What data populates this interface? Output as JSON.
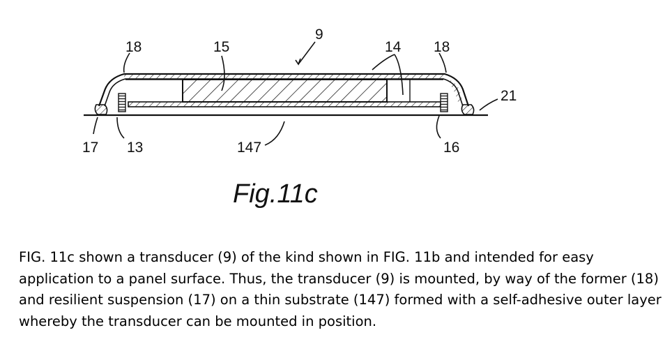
{
  "figure": {
    "caption": "Fig.11c",
    "labels": {
      "transducer": "9",
      "former_left": "18",
      "former_right": "18",
      "magnet": "15",
      "coil": "14",
      "panel": "21",
      "suspension": "17",
      "left_part": "13",
      "substrate": "147",
      "right_part": "16"
    }
  },
  "description": "FIG. 11c shown a transducer (9) of the kind shown in FIG. 11b and intended for easy application to a panel surface. Thus, the transducer (9) is mounted, by way of the former (18) and resilient suspension (17) on a thin substrate (147) formed with a self-adhesive outer layer whereby the transducer can be mounted in position."
}
